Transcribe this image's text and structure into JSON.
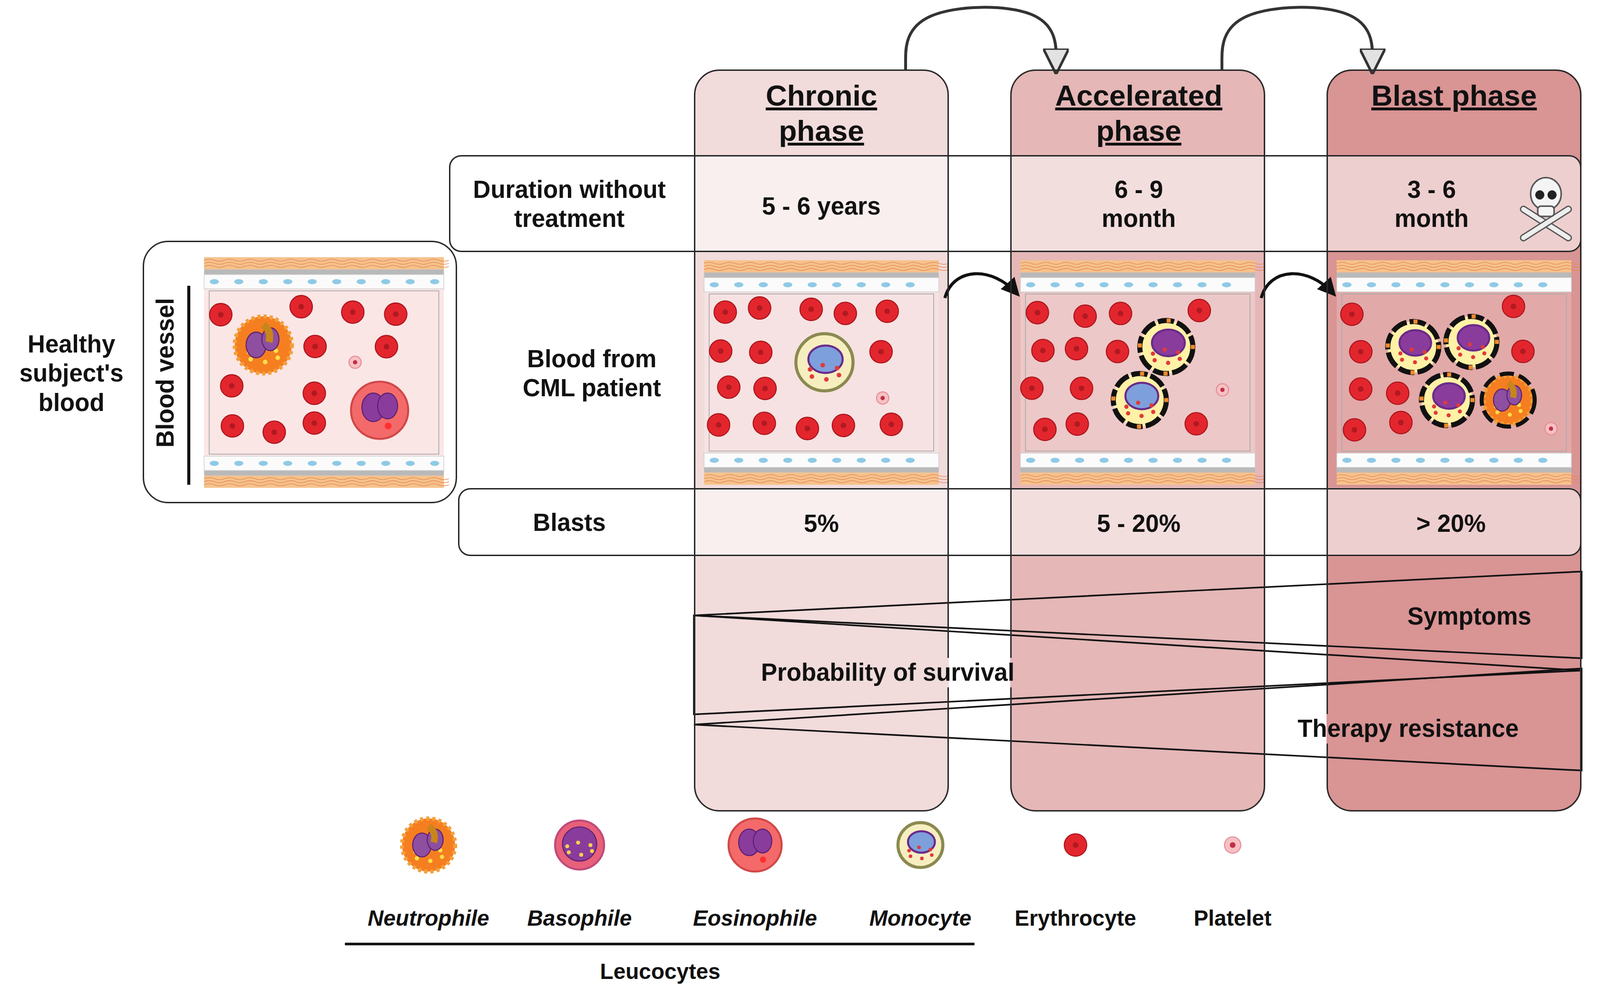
{
  "diagram": {
    "nodes": [
      {
        "text": [
          "Chronic phase"
        ]
      },
      {
        "text": [
          "Accelerated phase"
        ]
      },
      {
        "text": [
          "Blast phase"
        ]
      },
      {
        "text": [
          "Duration without treatment"
        ]
      },
      {
        "text": [
          "Blasts"
        ]
      },
      {
        "text": [
          "Blood vessel"
        ]
      }
    ],
    "edges": [
      {
        "from": 0,
        "to": 1,
        "arrow": "to"
      },
      {
        "from": 1,
        "to": 2,
        "arrow": "to"
      }
    ],
    "labels": [
      "5 - 6 years",
      "6 - 9 month",
      "3 - 6 month",
      "Healthy subject's blood",
      "Blood from CML patient",
      "5%",
      "5 - 20%",
      "> 20%",
      "Symptoms",
      "Probability of survival",
      "Therapy resistance",
      "Leucocytes"
    ],
    "legend": [
      {
        "text": "Neutrophile"
      },
      {
        "text": "Basophile"
      },
      {
        "text": "Eosinophile"
      },
      {
        "text": "Monocyte"
      },
      {
        "text": "Erythrocyte"
      },
      {
        "text": "Platelet"
      }
    ]
  }
}
